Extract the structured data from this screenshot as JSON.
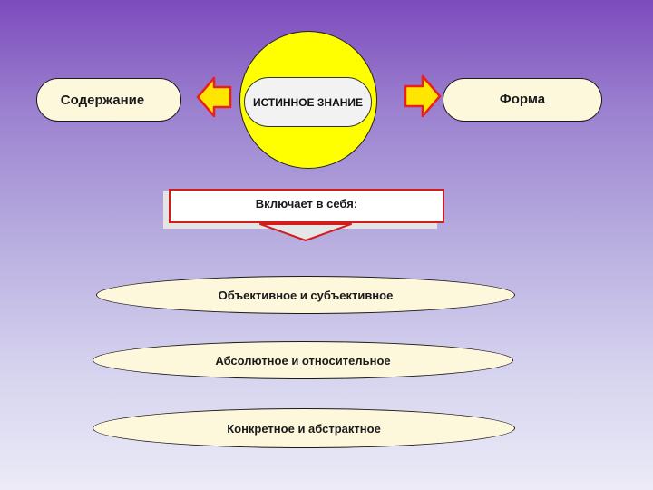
{
  "diagram": {
    "center": {
      "label": "ИСТИННОЕ ЗНАНИЕ"
    },
    "left_box": {
      "label": "Содержание"
    },
    "right_box": {
      "label": "Форма"
    },
    "includes": {
      "label": "Включает в себя:"
    },
    "items": [
      {
        "label": "Объективное и субъективное"
      },
      {
        "label": "Абсолютное и относительное"
      },
      {
        "label": "Конкретное и абстрактное"
      }
    ]
  },
  "colors": {
    "sun": "#ffff00",
    "arrow_fill": "#ffe600",
    "arrow_stroke": "#e82020",
    "pill_fill": "#fdf7dc",
    "includes_border": "#d21d1d"
  },
  "icons": {
    "left_arrow": "arrow-left-icon",
    "right_arrow": "arrow-right-icon",
    "down_arrow": "arrow-down-icon"
  }
}
